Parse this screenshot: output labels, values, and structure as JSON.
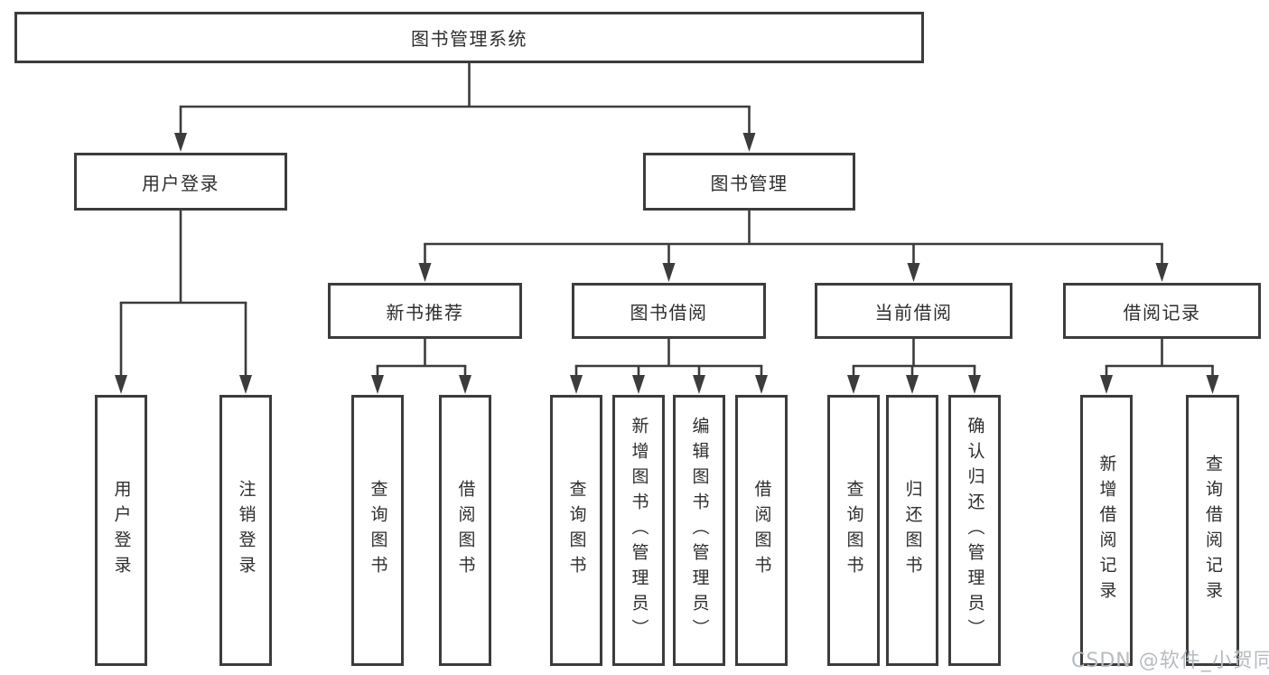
{
  "tree": {
    "label": "图书管理系统",
    "children": [
      {
        "label": "用户登录",
        "children": [
          {
            "label": "用户登录"
          },
          {
            "label": "注销登录"
          }
        ]
      },
      {
        "label": "图书管理",
        "children": [
          {
            "label": "新书推荐",
            "children": [
              {
                "label": "查询图书"
              },
              {
                "label": "借阅图书"
              }
            ]
          },
          {
            "label": "图书借阅",
            "children": [
              {
                "label": "查询图书"
              },
              {
                "label": "新增图书（管理员）"
              },
              {
                "label": "编辑图书（管理员）"
              },
              {
                "label": "借阅图书"
              }
            ]
          },
          {
            "label": "当前借阅",
            "children": [
              {
                "label": "查询图书"
              },
              {
                "label": "归还图书"
              },
              {
                "label": "确认归还（管理员）"
              }
            ]
          },
          {
            "label": "借阅记录",
            "children": [
              {
                "label": "新增借阅记录"
              },
              {
                "label": "查询借阅记录"
              }
            ]
          }
        ]
      }
    ]
  },
  "watermark": {
    "text": "CSDN @软件_小贺同学"
  },
  "colors": {
    "line": "#3c3c3c",
    "border": "#3c3c3c",
    "text": "#2e2e2e",
    "watermark": "#b7bcc1",
    "background": "#ffffff"
  }
}
